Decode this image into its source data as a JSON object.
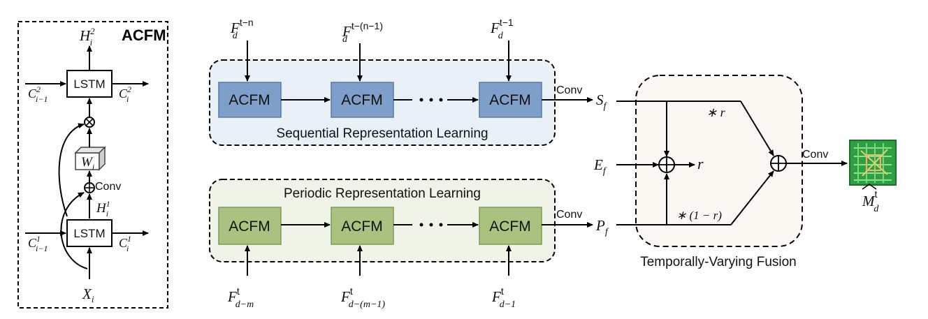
{
  "acfm_panel": {
    "title": "ACFM",
    "lstm_top": "LSTM",
    "lstm_bottom": "LSTM",
    "conv": "Conv",
    "h2": "H",
    "h2_sup": "2",
    "h2_sub": "i",
    "h1": "H",
    "h1_sup": "1",
    "h1_sub": "i",
    "w": "W",
    "w_sub": "i",
    "x": "X",
    "x_sub": "i",
    "c_in_top": "C",
    "c_in_top_sup": "2",
    "c_in_top_sub": "i−1",
    "c_out_top": "C",
    "c_out_top_sup": "2",
    "c_out_top_sub": "i",
    "c_in_bot": "C",
    "c_in_bot_sup": "1",
    "c_in_bot_sub": "i−1",
    "c_out_bot": "C",
    "c_out_bot_sup": "1",
    "c_out_bot_sub": "i"
  },
  "sequential": {
    "title": "Sequential   Representation   Learning",
    "blocks": [
      "ACFM",
      "ACFM",
      "ACFM"
    ],
    "inputs": [
      {
        "base": "F",
        "sub": "d",
        "sup": "t−n"
      },
      {
        "base": "F",
        "sub": "d",
        "sup": "t−(n−1)"
      },
      {
        "base": "F",
        "sub": "d",
        "sup": "t−1"
      }
    ],
    "conv": "Conv",
    "output": {
      "base": "S",
      "sub": "f"
    },
    "colors": {
      "bg": "#eaf0f8",
      "block": "#7f9fcb"
    }
  },
  "periodic": {
    "title": "Periodic  Representation  Learning",
    "blocks": [
      "ACFM",
      "ACFM",
      "ACFM"
    ],
    "inputs": [
      {
        "base": "F",
        "sub": "d−m",
        "sup": "t"
      },
      {
        "base": "F",
        "sub": "d−(m−1)",
        "sup": "t"
      },
      {
        "base": "F",
        "sub": "d−1",
        "sup": "t"
      }
    ],
    "conv": "Conv",
    "output": {
      "base": "P",
      "sub": "f"
    },
    "colors": {
      "bg": "#f0f4e8",
      "block": "#a9c27f"
    }
  },
  "fusion": {
    "title": "Temporally-Varying  Fusion",
    "external": {
      "base": "E",
      "sub": "f"
    },
    "r": "r",
    "mul_r": "∗ r",
    "mul_one_minus_r": "∗ (1 − r)",
    "conv": "Conv",
    "output": {
      "base": "M",
      "sub": "d",
      "sup": "t"
    },
    "colors": {
      "bg": "#fbf8f4",
      "map": "#2ea043"
    }
  }
}
